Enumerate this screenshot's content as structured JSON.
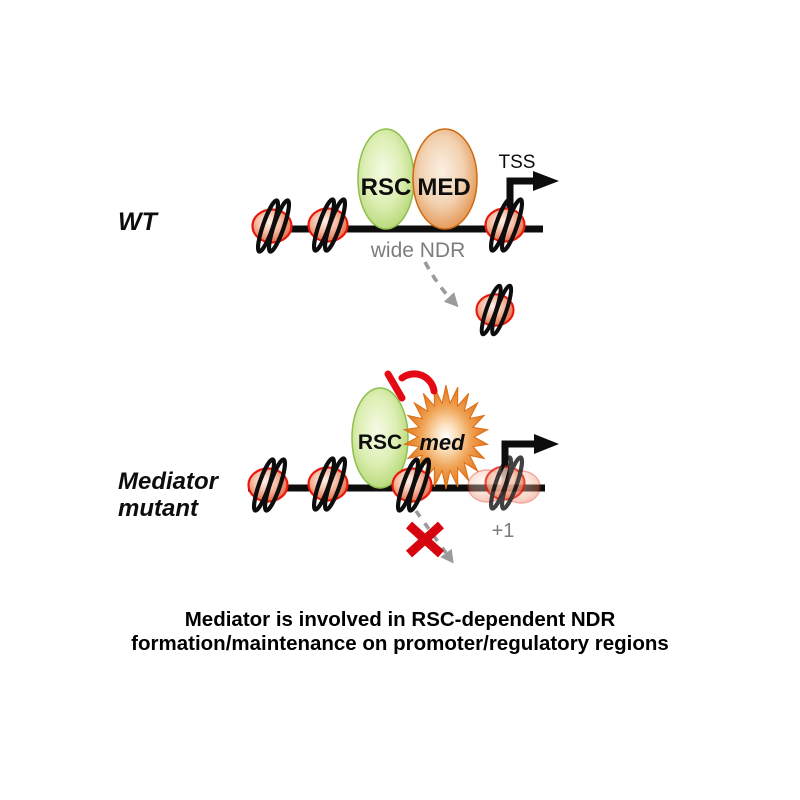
{
  "panels": {
    "wt": {
      "label": "WT",
      "rsc_label": "RSC",
      "med_label": "MED",
      "tss_label": "TSS",
      "ndr_label": "wide NDR"
    },
    "mutant": {
      "label_line1": "Mediator",
      "label_line2": "mutant",
      "rsc_label": "RSC",
      "med_label": "med",
      "plus_one_label": "+1"
    }
  },
  "caption": {
    "line1": "Mediator is involved in RSC-dependent NDR",
    "line2": "formation/maintenance on promoter/regulatory regions"
  },
  "colors": {
    "rsc_green": "#a2cc58",
    "med_orange": "#dc751f",
    "nucleosome_red": "#e6190b",
    "dna_black": "#0d0d0d",
    "inhibit_red": "#e50914",
    "cross_red": "#d5040e",
    "eviction_gray": "#9b9b9b",
    "label_gray": "#7d7d7d"
  }
}
